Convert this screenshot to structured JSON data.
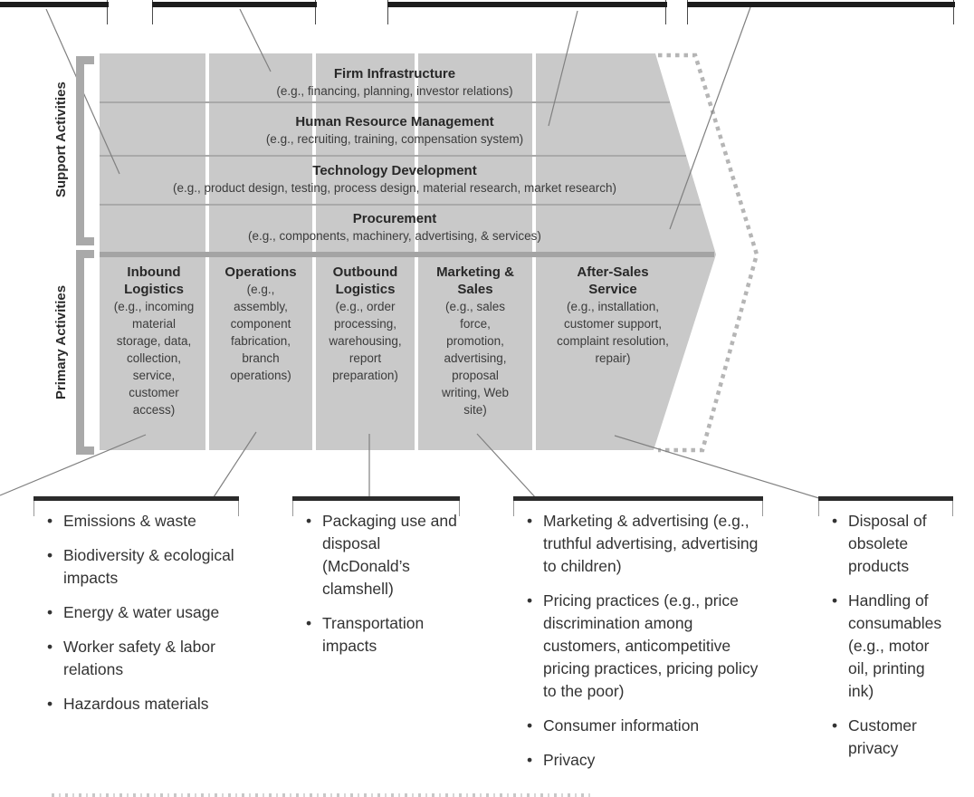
{
  "value_chain": {
    "support_label": "Support Activities",
    "primary_label": "Primary Activities",
    "support_rows": [
      {
        "title": "Firm Infrastructure",
        "detail": "(e.g., financing, planning, investor relations)"
      },
      {
        "title": "Human Resource Management",
        "detail": "(e.g., recruiting, training, compensation system)"
      },
      {
        "title": "Technology Development",
        "detail": "(e.g., product design, testing, process design, material research, market research)"
      },
      {
        "title": "Procurement",
        "detail": "(e.g., components, machinery, advertising, & services)"
      }
    ],
    "primary_columns": [
      {
        "title": "Inbound\nLogistics",
        "detail": "(e.g., incoming\nmaterial\nstorage, data,\ncollection,\nservice,\ncustomer\naccess)"
      },
      {
        "title": "Operations",
        "detail": "(e.g.,\nassembly,\ncomponent\nfabrication,\nbranch\noperations)"
      },
      {
        "title": "Outbound\nLogistics",
        "detail": "(e.g., order\nprocessing,\nwarehousing,\nreport\npreparation)"
      },
      {
        "title": "Marketing &\nSales",
        "detail": "(e.g., sales\nforce,\npromotion,\nadvertising,\nproposal\nwriting, Web\nsite)"
      },
      {
        "title": "After-Sales\nService",
        "detail": "(e.g., installation,\ncustomer support,\ncomplaint resolution,\nrepair)"
      }
    ]
  },
  "issue_lists": [
    {
      "items": [
        "Emissions & waste",
        "Biodiversity & ecological impacts",
        "Energy & water usage",
        "Worker safety & labor relations",
        "Hazardous materials"
      ]
    },
    {
      "items": [
        "Packaging use and disposal (McDonald’s clamshell)",
        "Transportation impacts"
      ]
    },
    {
      "items": [
        "Marketing & advertising (e.g., truthful advertising, advertising to children)",
        "Pricing practices (e.g., price discrimination among customers, anticompetitive pricing practices, pricing policy to the poor)",
        "Consumer information",
        "Privacy"
      ]
    },
    {
      "items": [
        "Disposal of obsolete products",
        "Handling of consumables (e.g., motor oil, printing ink)",
        "Customer privacy"
      ]
    }
  ],
  "colors": {
    "chain_fill": "#c9c9c9",
    "row_divider": "#a9a9a9",
    "section_divider": "#a4a4a4",
    "dotted_outline": "#b5b5b5",
    "callout_bar": "#1d1d1d",
    "connector_line": "#808080",
    "title_text": "#282828",
    "body_text": "#3b3b3b"
  }
}
